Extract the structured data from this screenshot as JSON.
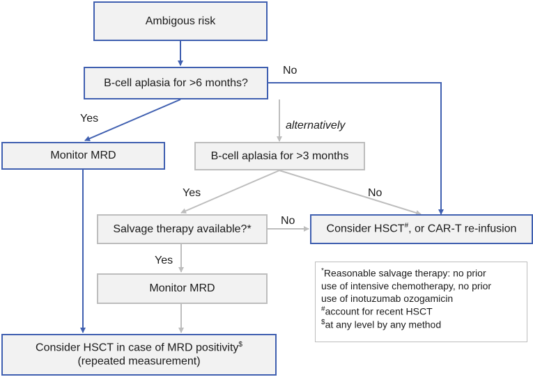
{
  "nodes": {
    "ambiguous": "Ambigous risk",
    "bcell6": "B-cell aplasia for >6 months?",
    "monitor1": "Monitor MRD",
    "bcell3": "B-cell aplasia for >3 months",
    "salvage": "Salvage therapy available?*",
    "hsct_main": "Consider HSCT",
    "hsct_mark": "#",
    "hsct_rest": ", or CAR-T re-infusion",
    "monitor2": "Monitor MRD",
    "final_line1": "Consider HSCT in case of MRD positivity",
    "final_mark": "$",
    "final_line2": "(repeated measurement)"
  },
  "edge_labels": {
    "no_top": "No",
    "yes_left": "Yes",
    "alternatively": "alternatively",
    "yes_mid": "Yes",
    "no_right": "No",
    "no_salvage": "No",
    "yes_salvage": "Yes"
  },
  "notes": {
    "l1_mark": "*",
    "l1": "Reasonable salvage therapy: no prior",
    "l2": "use of intensive chemotherapy, no prior",
    "l3": "use of inotuzumab ozogamicin",
    "l4_mark": "#",
    "l4": "account for recent HSCT",
    "l5_mark": "$",
    "l5": "at any level by any method"
  },
  "colors": {
    "blue": "#3f5fb0",
    "gray": "#bdbdbd",
    "fill": "#f2f2f2"
  }
}
